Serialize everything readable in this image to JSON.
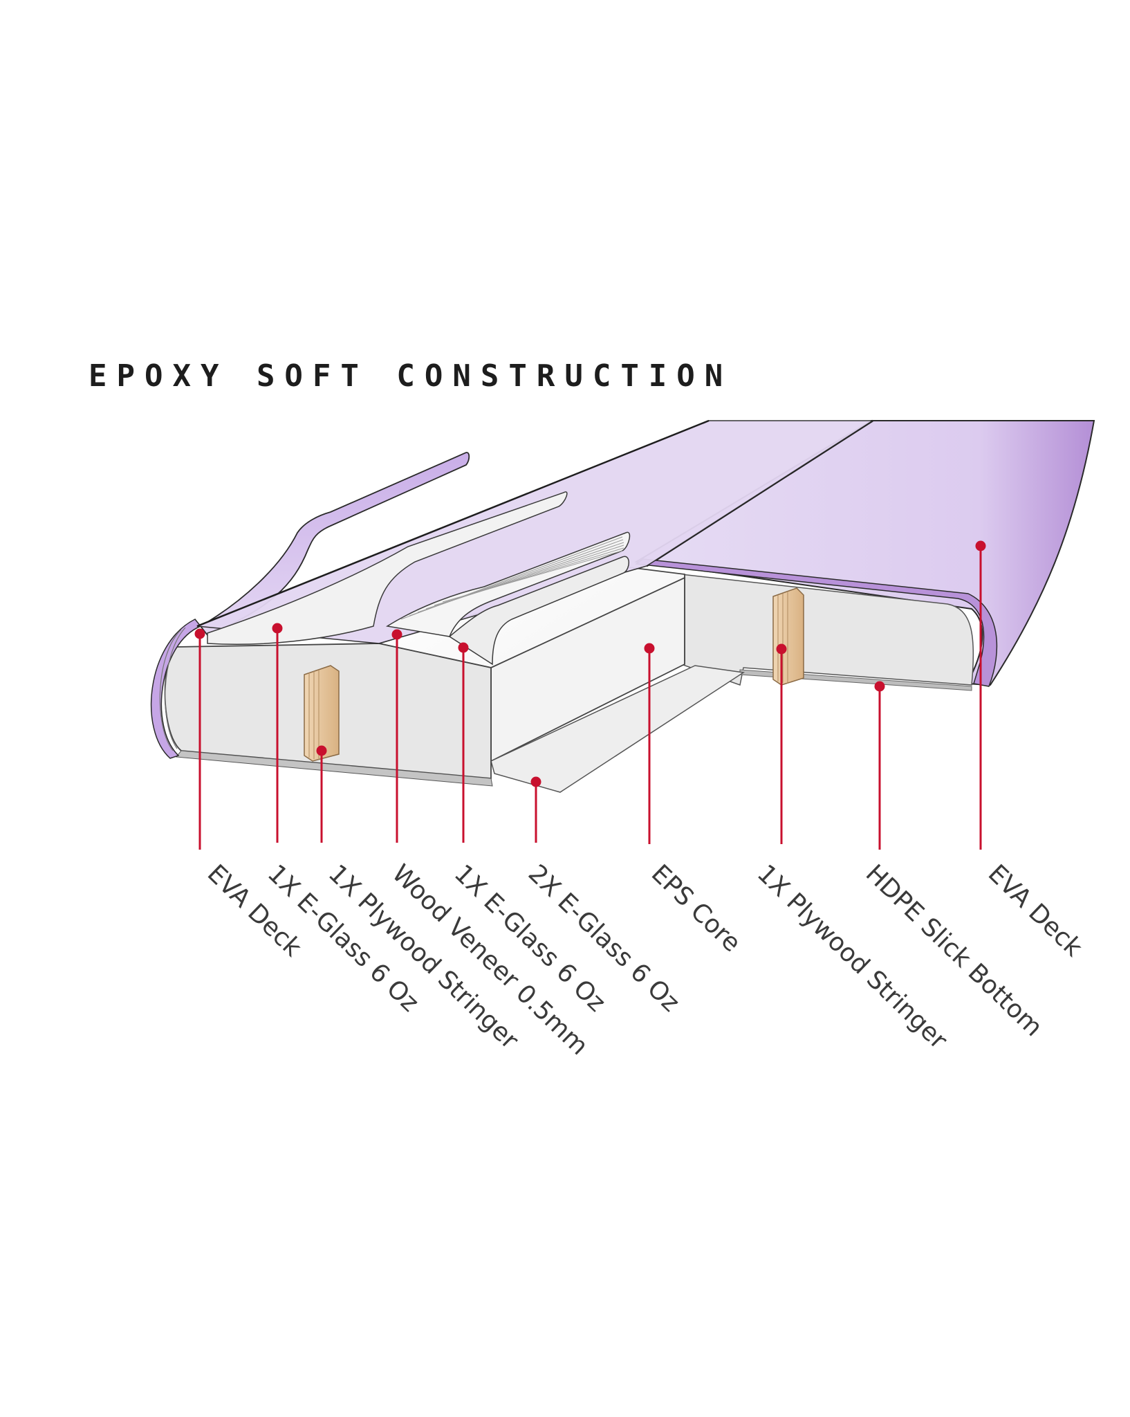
{
  "title": "EPOXY SOFT CONSTRUCTION",
  "colors": {
    "eva_deck": "#dccbef",
    "eva_deck_dark": "#b48fd6",
    "layer_light": "#f1f1f1",
    "layer_mid": "#e6e6e6",
    "core_face": "#ebebeb",
    "stringer_wood": "#e2c199",
    "callout": "#c8102e",
    "label_text": "#3a3a3a"
  },
  "callouts": [
    {
      "id": "eva-deck-left",
      "label": "EVA Deck"
    },
    {
      "id": "e-glass-6oz-left",
      "label": "1X E-Glass 6 Oz"
    },
    {
      "id": "plywood-stringer-left",
      "label": "1X Plywood Stringer"
    },
    {
      "id": "wood-veneer",
      "label": "Wood Veneer 0.5mm"
    },
    {
      "id": "e-glass-6oz-mid",
      "label": "1X E-Glass 6 Oz"
    },
    {
      "id": "e-glass-2x",
      "label": "2X E-Glass 6 Oz"
    },
    {
      "id": "eps-core",
      "label": "EPS Core"
    },
    {
      "id": "plywood-stringer-right",
      "label": "1X Plywood Stringer"
    },
    {
      "id": "hdpe-slick-bottom",
      "label": "HDPE Slick Bottom"
    },
    {
      "id": "eva-deck-right",
      "label": "EVA Deck"
    }
  ]
}
